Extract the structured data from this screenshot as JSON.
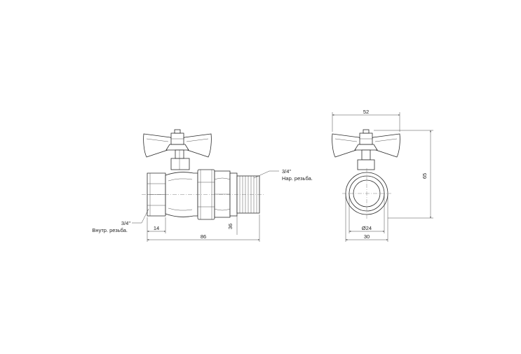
{
  "side_view": {
    "callout_female": {
      "size": "3/4\"",
      "label": "Внутр. резьба."
    },
    "callout_male": {
      "size": "3/4\"",
      "label": "Нар. резьба."
    },
    "dim_14": "14",
    "dim_86": "86",
    "dim_36": "36"
  },
  "front_view": {
    "dim_52": "52",
    "dim_65": "65",
    "dim_d24": "Ø24",
    "dim_30": "30"
  },
  "colors": {
    "line": "#2a2a2a",
    "background": "#ffffff"
  }
}
